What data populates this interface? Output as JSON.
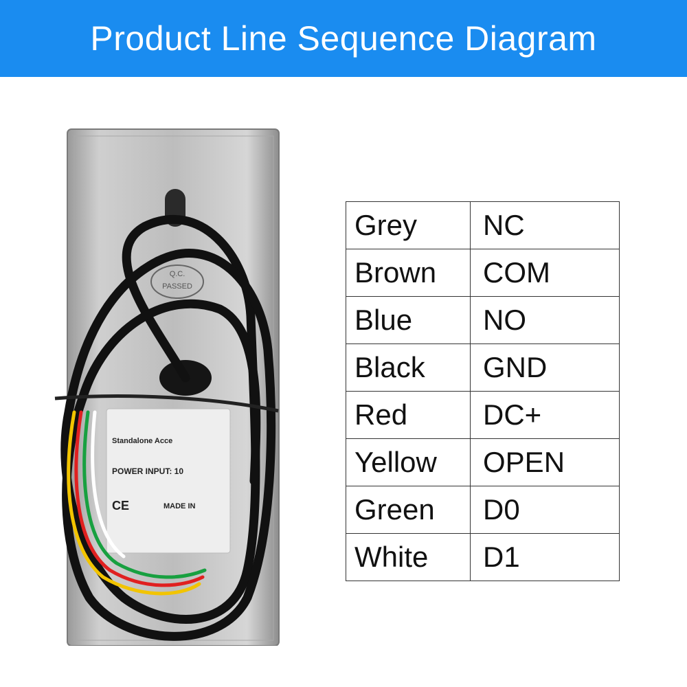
{
  "header": {
    "title": "Product Line Sequence Diagram"
  },
  "photo": {
    "qc_stamp": [
      "Q.C.",
      "PASSED"
    ],
    "label_lines": [
      "Standalone Acce",
      "POWER INPUT: 10",
      "MADE IN"
    ],
    "ce_mark": "CE"
  },
  "wiring_table": {
    "rows": [
      {
        "color": "Grey",
        "signal": "NC"
      },
      {
        "color": "Brown",
        "signal": "COM"
      },
      {
        "color": "Blue",
        "signal": "NO"
      },
      {
        "color": "Black",
        "signal": "GND"
      },
      {
        "color": "Red",
        "signal": "DC+"
      },
      {
        "color": "Yellow",
        "signal": "OPEN"
      },
      {
        "color": "Green",
        "signal": "D0"
      },
      {
        "color": "White",
        "signal": "D1"
      }
    ]
  }
}
